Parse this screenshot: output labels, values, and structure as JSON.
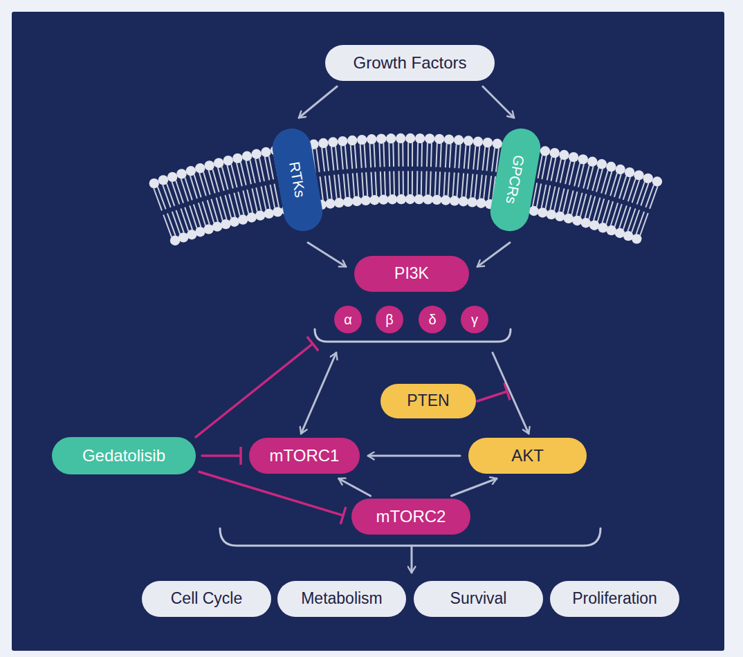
{
  "diagram": {
    "nodes": [
      {
        "text": [
          "Growth Factors"
        ]
      },
      {
        "text": [
          "RTKs"
        ]
      },
      {
        "text": [
          "GPCRs"
        ]
      },
      {
        "text": [
          "PI3K"
        ]
      },
      {
        "text": [
          "α"
        ]
      },
      {
        "text": [
          "β"
        ]
      },
      {
        "text": [
          "δ"
        ]
      },
      {
        "text": [
          "γ"
        ]
      },
      {
        "text": [
          "PTEN"
        ]
      },
      {
        "text": [
          "Gedatolisib"
        ]
      },
      {
        "text": [
          "mTORC1"
        ]
      },
      {
        "text": [
          "AKT"
        ]
      },
      {
        "text": [
          "mTORC2"
        ]
      },
      {
        "text": [
          "Cell Cycle"
        ]
      },
      {
        "text": [
          "Metabolism"
        ]
      },
      {
        "text": [
          "Survival"
        ]
      },
      {
        "text": [
          "Proliferation"
        ]
      }
    ],
    "edges": [
      {
        "from": 0,
        "to": 1,
        "arrow": "to"
      },
      {
        "from": 0,
        "to": 2,
        "arrow": "to"
      },
      {
        "from": 1,
        "to": 3,
        "arrow": "to"
      },
      {
        "from": 2,
        "to": 3,
        "arrow": "to"
      },
      {
        "from": 3,
        "to": 11,
        "arrow": "to"
      },
      {
        "from": 3,
        "to": 10,
        "arrow": "both"
      },
      {
        "from": 11,
        "to": 10,
        "arrow": "to"
      },
      {
        "from": 12,
        "to": 10,
        "arrow": "to"
      },
      {
        "from": 12,
        "to": 11,
        "arrow": "to"
      },
      {
        "from": 9,
        "to": 3,
        "arrow": "to"
      },
      {
        "from": 9,
        "to": 10,
        "arrow": "to"
      },
      {
        "from": 9,
        "to": 12,
        "arrow": "to"
      }
    ]
  }
}
